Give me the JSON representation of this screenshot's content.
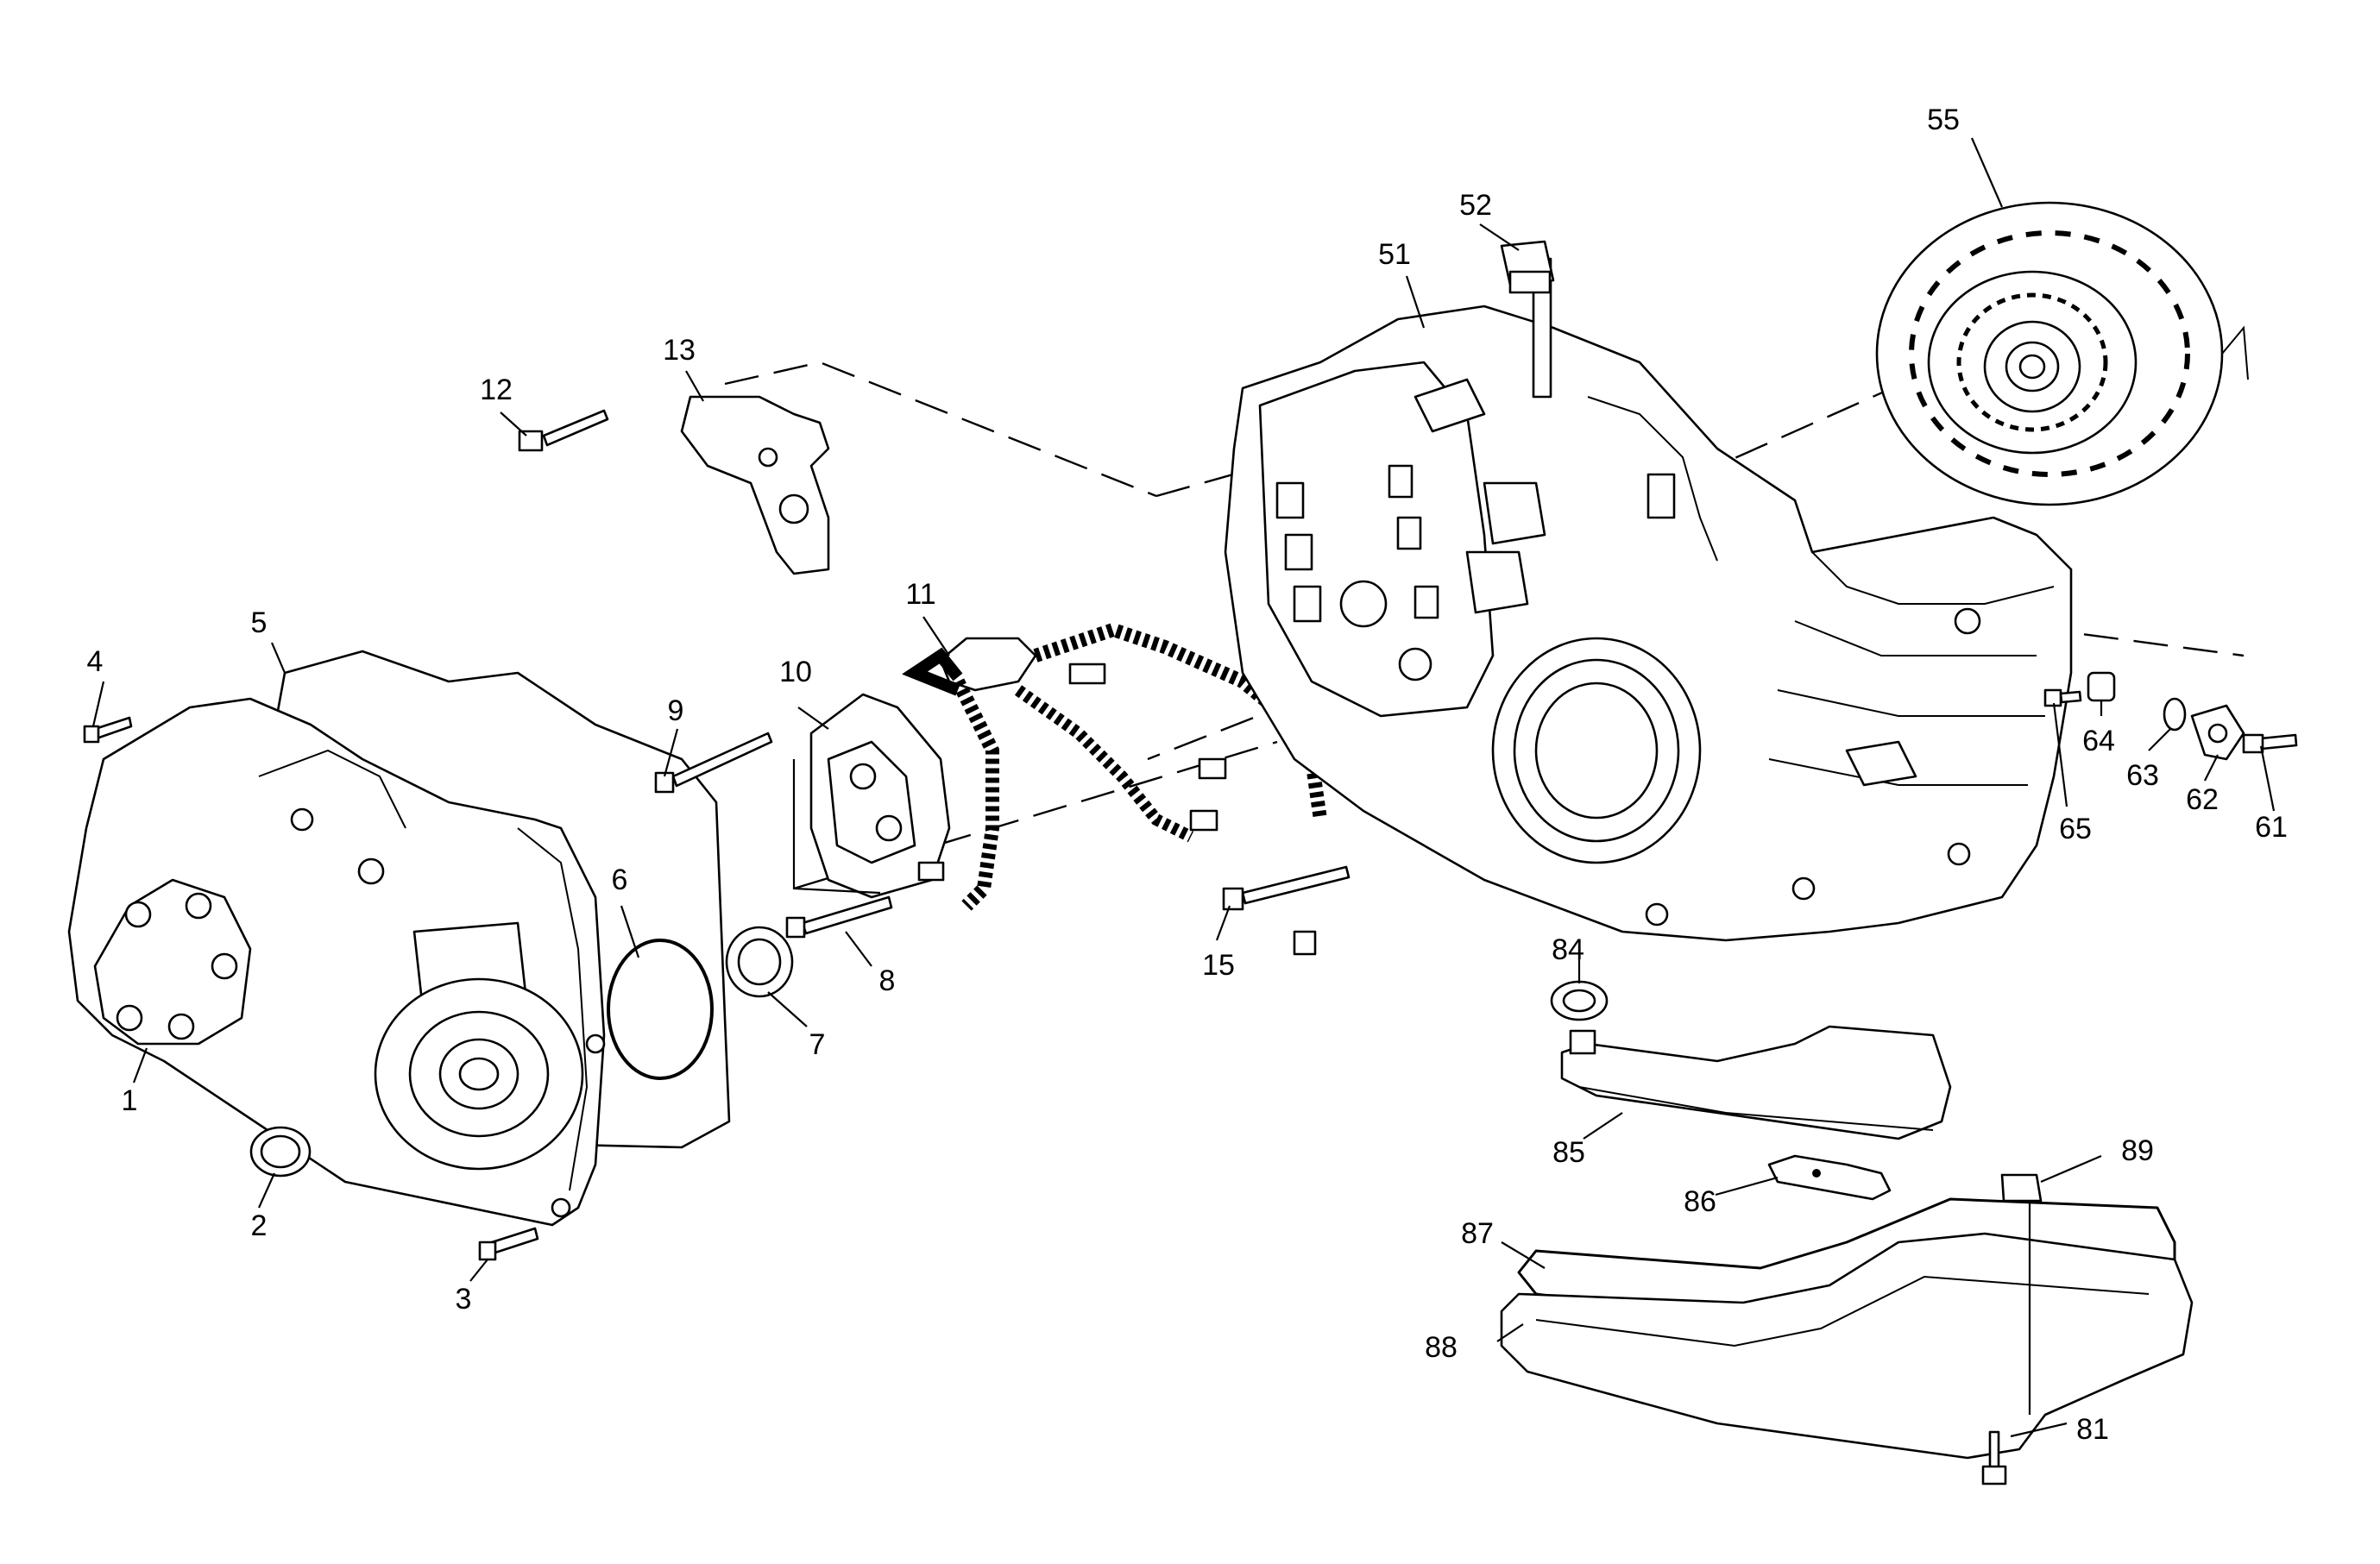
{
  "diagram": {
    "callouts": [
      "1",
      "2",
      "3",
      "4",
      "5",
      "6",
      "7",
      "8",
      "9",
      "10",
      "11",
      "12",
      "13",
      "15",
      "51",
      "52",
      "55",
      "61",
      "62",
      "63",
      "64",
      "65",
      "81",
      "84",
      "85",
      "86",
      "87",
      "88",
      "89"
    ]
  }
}
